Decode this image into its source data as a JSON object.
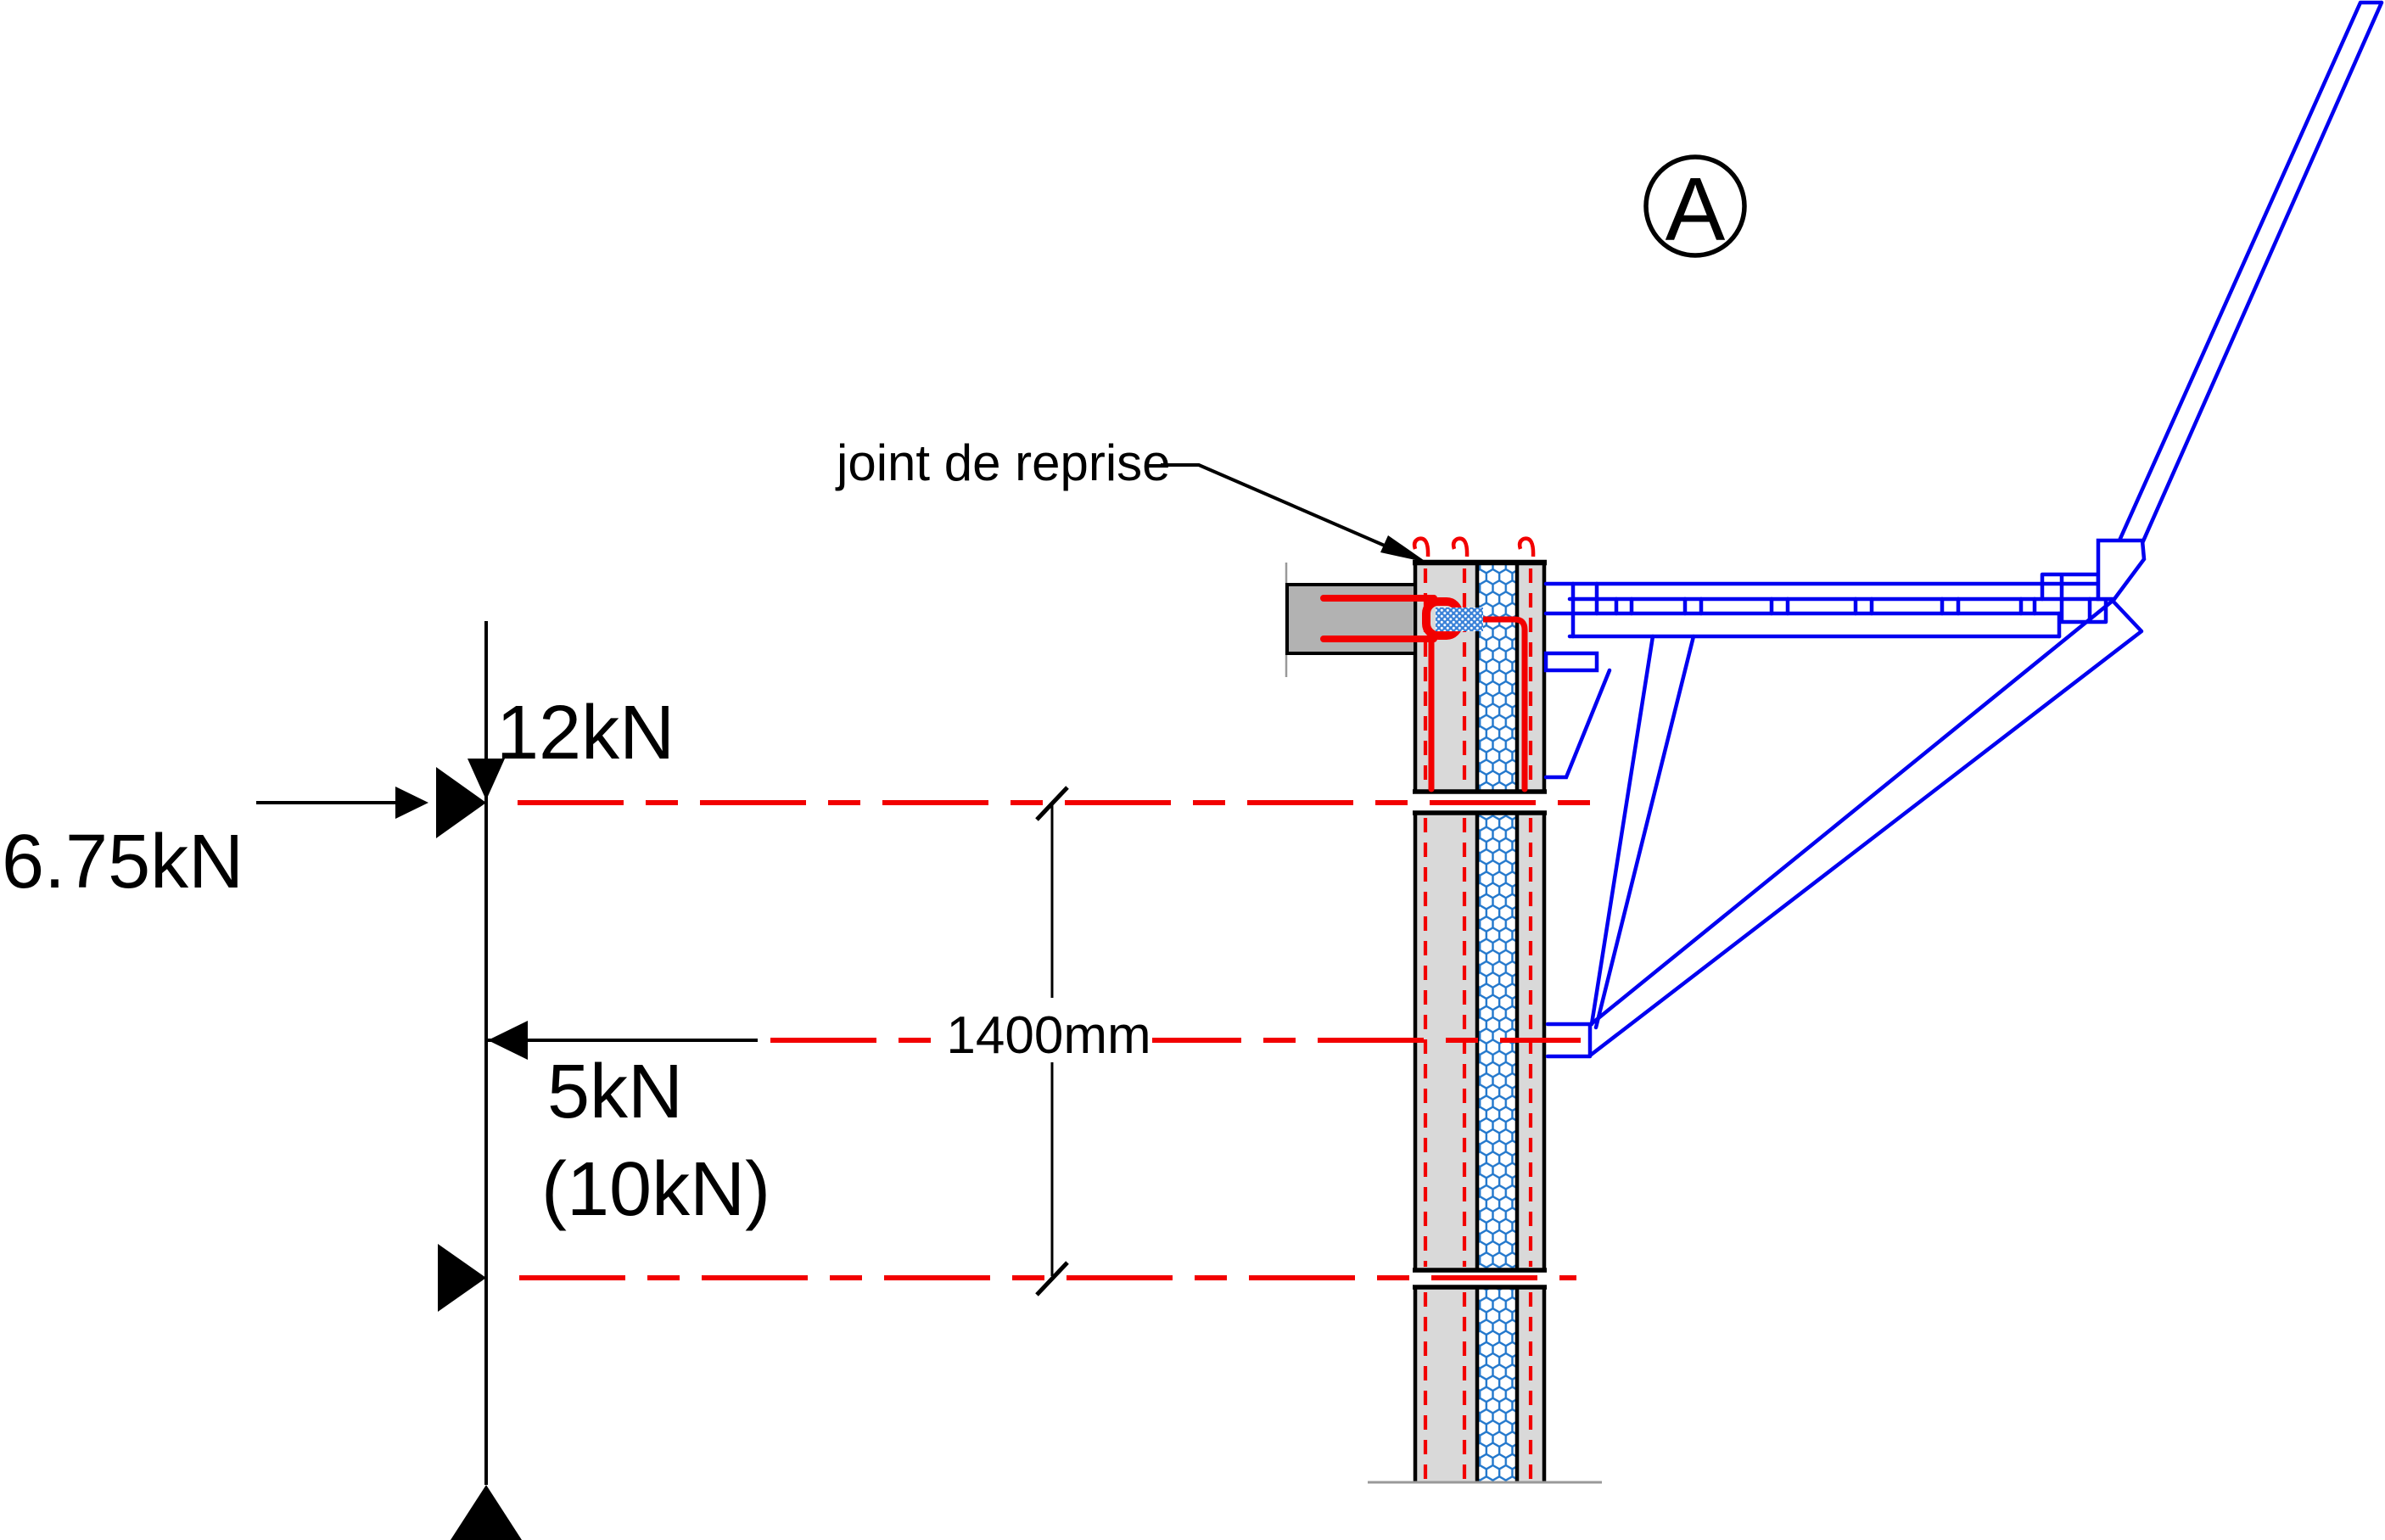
{
  "detail_marker": {
    "label": "A"
  },
  "leader": {
    "label": "joint de reprise"
  },
  "forces": {
    "vertical_load": "12kN",
    "horizontal_load": "6.75kN",
    "lateral_load": "5kN",
    "lateral_load_alt": "(10kN)"
  },
  "dimension": {
    "wall_spacing": "1400mm"
  },
  "colors": {
    "line_black": "#000000",
    "cad_red": "#f20000",
    "cad_blue": "#0000f0",
    "insulation_blue": "#2277cc",
    "patch_blue": "#3b82d8",
    "wall_gray": "#d9d9d9",
    "beam_gray": "#b2b2b2",
    "ground_gray": "#999999"
  }
}
